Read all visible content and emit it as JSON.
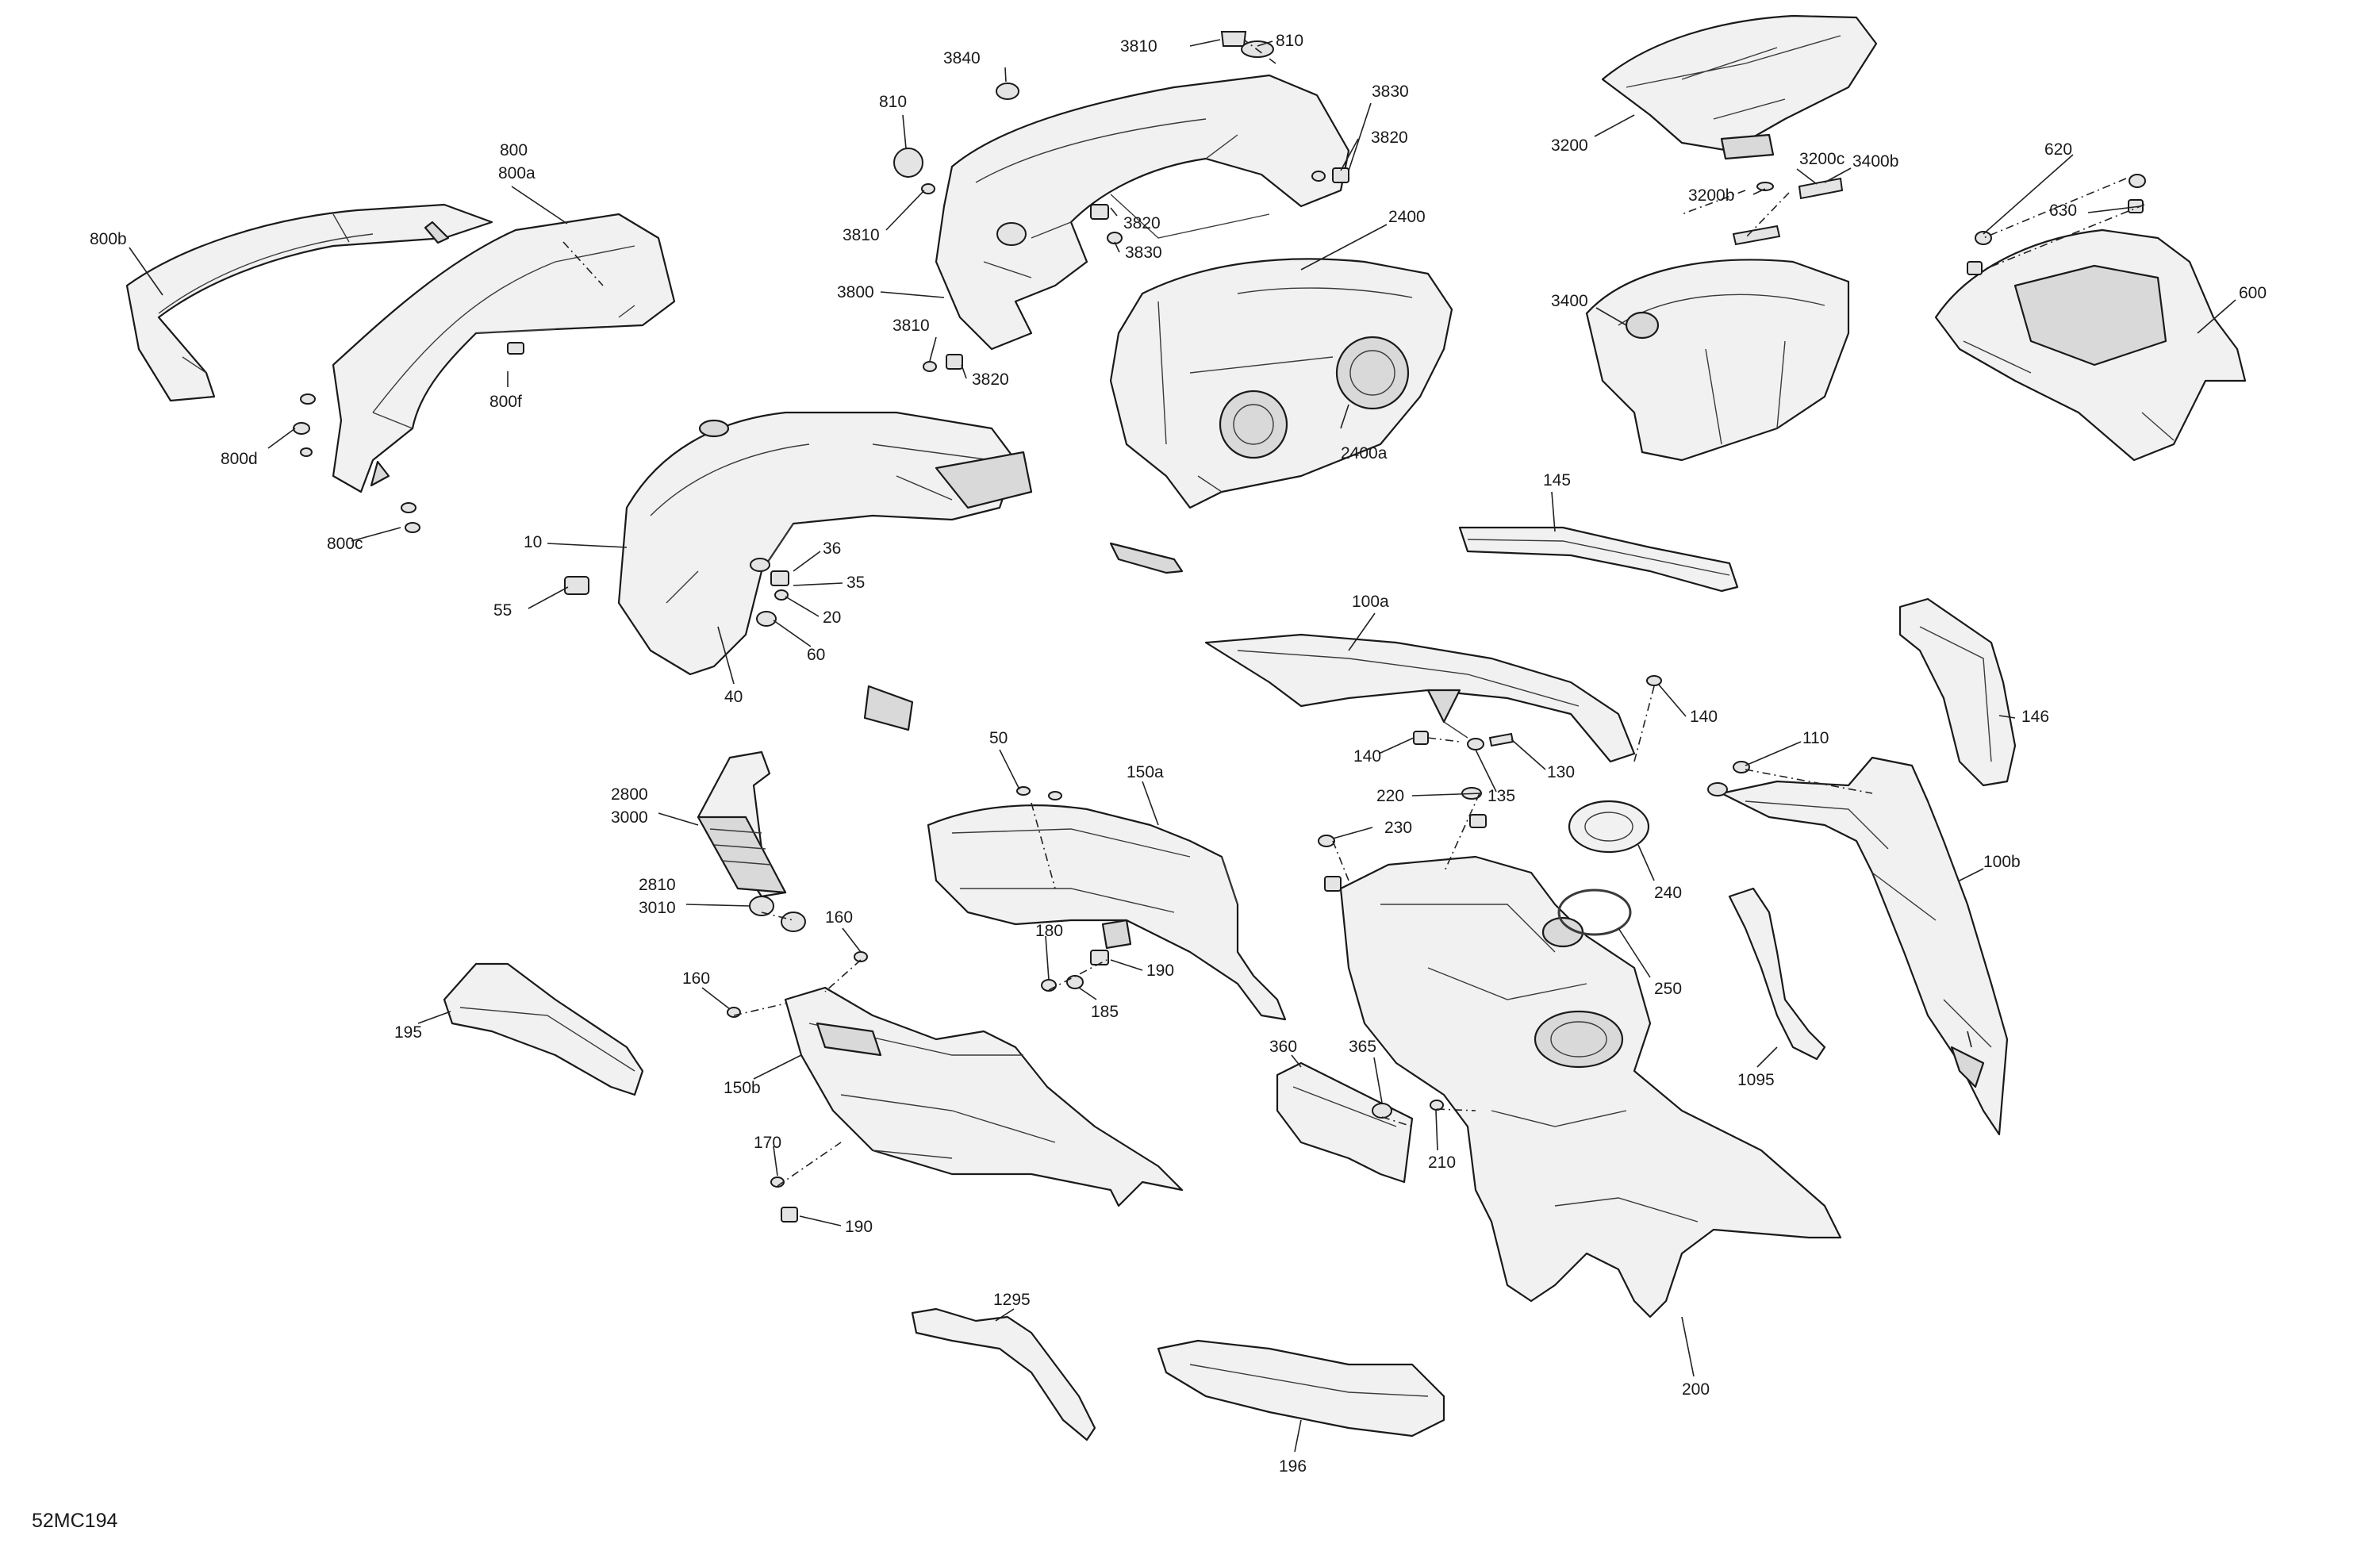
{
  "diagram": {
    "reference": "52MC194",
    "callouts": {
      "c800": "800",
      "c800a": "800a",
      "c800b": "800b",
      "c800d": "800d",
      "c800c": "800c",
      "c800f": "800f",
      "c3840": "3840",
      "c3810_top": "3810",
      "c810_top": "810",
      "c810_left": "810",
      "c3830_top": "3830",
      "c3820_top": "3820",
      "c3810_mid": "3810",
      "c3820_mid": "3820",
      "c3830_mid": "3830",
      "c3800": "3800",
      "c3810_low": "3810",
      "c3820_low": "3820",
      "c2400": "2400",
      "c2400a": "2400a",
      "c3200": "3200",
      "c3200b": "3200b",
      "c3200c": "3200c",
      "c3400b": "3400b",
      "c3400": "3400",
      "c620": "620",
      "c630": "630",
      "c600": "600",
      "c10": "10",
      "c36": "36",
      "c35": "35",
      "c55": "55",
      "c20": "20",
      "c60": "60",
      "c40": "40",
      "c145": "145",
      "c100a": "100a",
      "c140_right": "140",
      "c140_left": "140",
      "c130": "130",
      "c135": "135",
      "c146": "146",
      "c110": "110",
      "c100b": "100b",
      "c50": "50",
      "c150a": "150a",
      "c2800": "2800",
      "c3000": "3000",
      "c2810": "2810",
      "c3010": "3010",
      "c160_right": "160",
      "c160_left": "160",
      "c180": "180",
      "c190_mid": "190",
      "c185": "185",
      "c195": "195",
      "c150b": "150b",
      "c170": "170",
      "c190_low": "190",
      "c220": "220",
      "c230": "230",
      "c240": "240",
      "c250": "250",
      "c360": "360",
      "c365": "365",
      "c210": "210",
      "c1095": "1095",
      "c1295": "1295",
      "c196": "196",
      "c200": "200"
    }
  }
}
